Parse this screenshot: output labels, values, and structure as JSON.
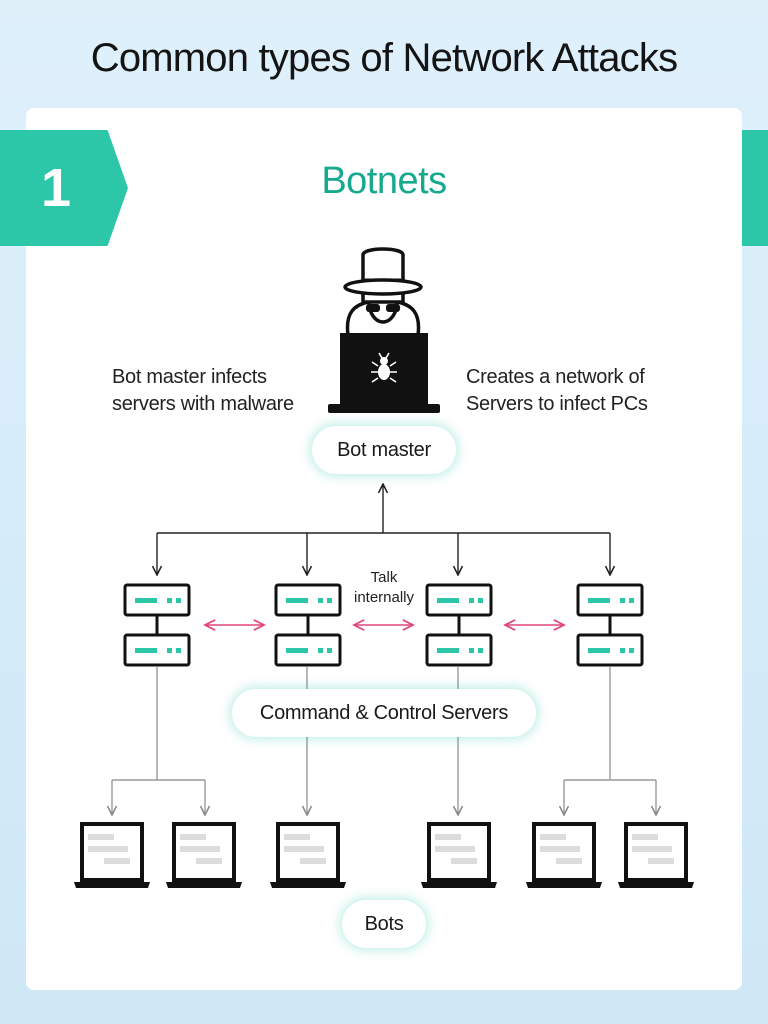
{
  "page_title": "Common types of Network Attacks",
  "section": {
    "number": "1",
    "title": "Botnets"
  },
  "labels": {
    "left_note_line1": "Bot master infects",
    "left_note_line2": "servers with malware",
    "right_note_line1": "Creates a network of",
    "right_note_line2": "Servers to infect PCs",
    "talk_line1": "Talk",
    "talk_line2": "internally"
  },
  "nodes": {
    "bot_master": "Bot master",
    "command_control": "Command & Control Servers",
    "bots": "Bots"
  },
  "icons": {
    "hacker": "hacker-icon",
    "bug": "bug-icon",
    "server": "server-icon",
    "laptop": "laptop-icon"
  },
  "colors": {
    "accent": "#2cc7a8",
    "accent_text": "#17a98d",
    "link_arrow": "#e0457b",
    "dark": "#111111"
  }
}
